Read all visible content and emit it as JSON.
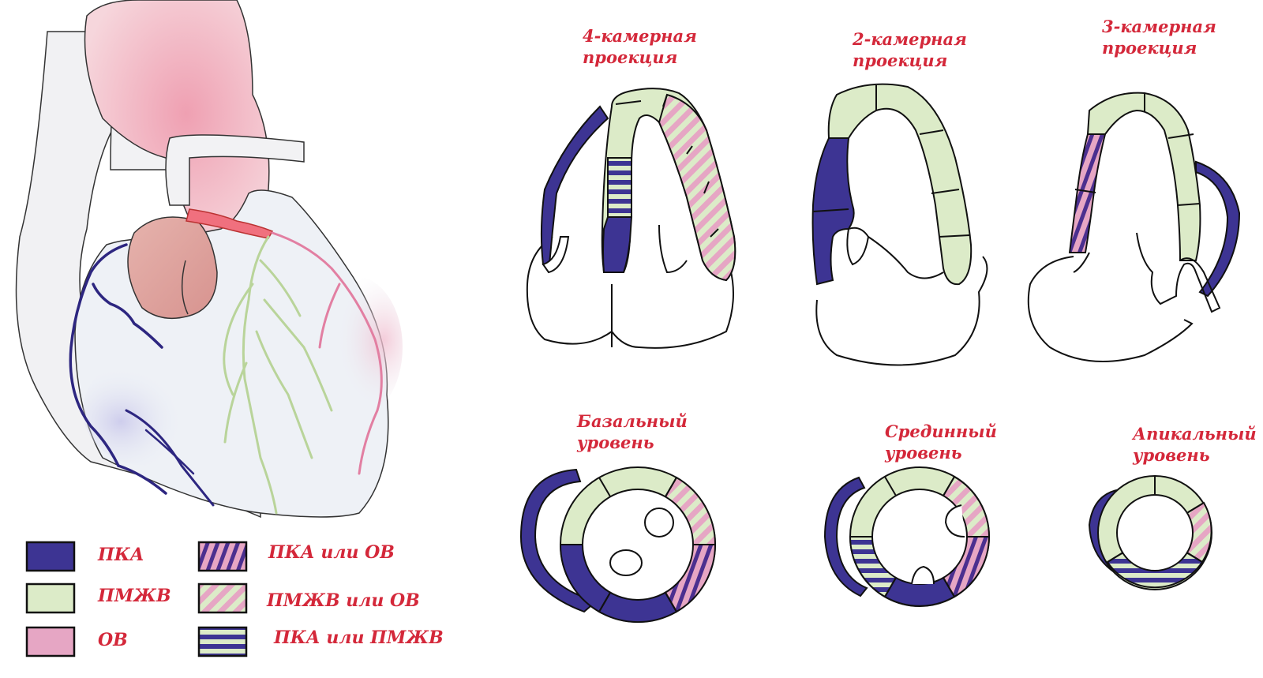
{
  "colors": {
    "rca": "#3d3493",
    "lad": "#dcebc8",
    "cx": "#e6a6c4",
    "label": "#d4283a",
    "outline": "#222222"
  },
  "titles": {
    "four_chamber": [
      "4-камерная",
      "проекция"
    ],
    "two_chamber": [
      "2-камерная",
      "проекция"
    ],
    "three_chamber": [
      "3-камерная",
      "проекция"
    ],
    "basal": [
      "Базальный",
      "уровень"
    ],
    "mid": [
      "Срединный",
      "уровень"
    ],
    "apical": [
      "Апикальный",
      "уровень"
    ]
  },
  "legend": [
    {
      "label": "ПКА",
      "fill": "rca"
    },
    {
      "label": "ПМЖВ",
      "fill": "lad"
    },
    {
      "label": "ОВ",
      "fill": "cx"
    },
    {
      "label": "ПКА или ОВ",
      "fill": "rca-or-cx"
    },
    {
      "label": "ПМЖВ или ОВ",
      "fill": "lad-or-cx"
    },
    {
      "label": "ПКА или ПМЖВ",
      "fill": "rca-or-lad"
    }
  ]
}
